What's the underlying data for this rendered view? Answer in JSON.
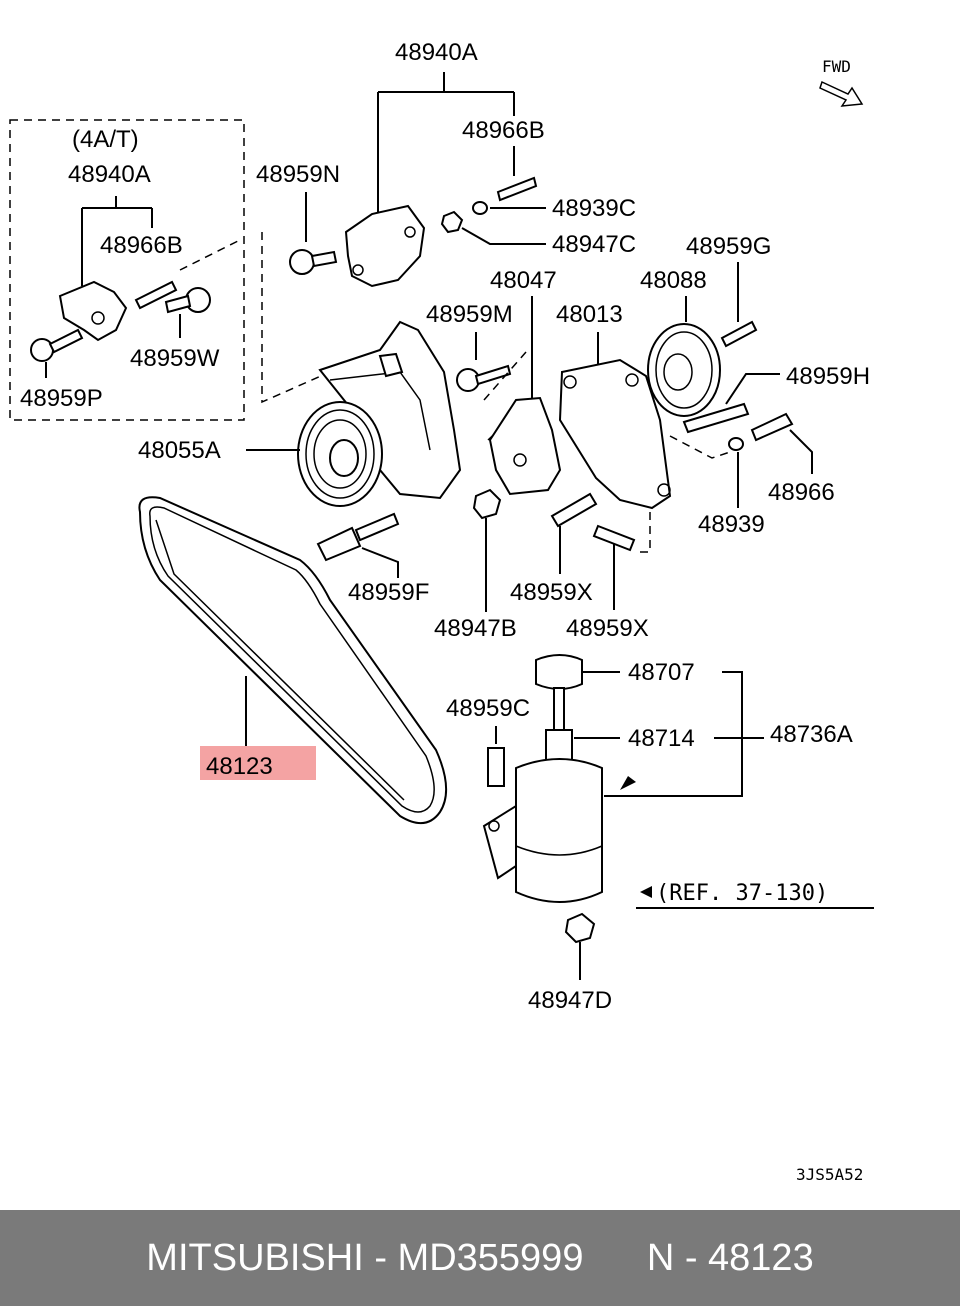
{
  "diagram": {
    "fwd_label": "FWD",
    "inset_title": "(4A/T)",
    "labels": {
      "p48940A_top": "48940A",
      "p48966B_top": "48966B",
      "p48939C": "48939C",
      "p48947C": "48947C",
      "p48959N": "48959N",
      "p48940A_inset": "48940A",
      "p48966B_inset": "48966B",
      "p48959W": "48959W",
      "p48959P": "48959P",
      "p48959G": "48959G",
      "p48088": "48088",
      "p48047": "48047",
      "p48013": "48013",
      "p48959M": "48959M",
      "p48959H": "48959H",
      "p48055A": "48055A",
      "p48966": "48966",
      "p48939": "48939",
      "p48959F": "48959F",
      "p48959X_a": "48959X",
      "p48959X_b": "48959X",
      "p48947B": "48947B",
      "p48707": "48707",
      "p48959C": "48959C",
      "p48714": "48714",
      "p48736A": "48736A",
      "p48123": "48123",
      "p48947D": "48947D",
      "ref": "(REF. 37-130)"
    },
    "highlight_color": "#f4a3a3",
    "highlight_text_color": "#b00000",
    "drawing_code": "3JS5A52"
  },
  "footer": {
    "brand": "MITSUBISHI",
    "separator": " - ",
    "part_number": "MD355999",
    "ref_prefix": "N - ",
    "ref_number": "48123",
    "background": "#7a7a7a"
  }
}
